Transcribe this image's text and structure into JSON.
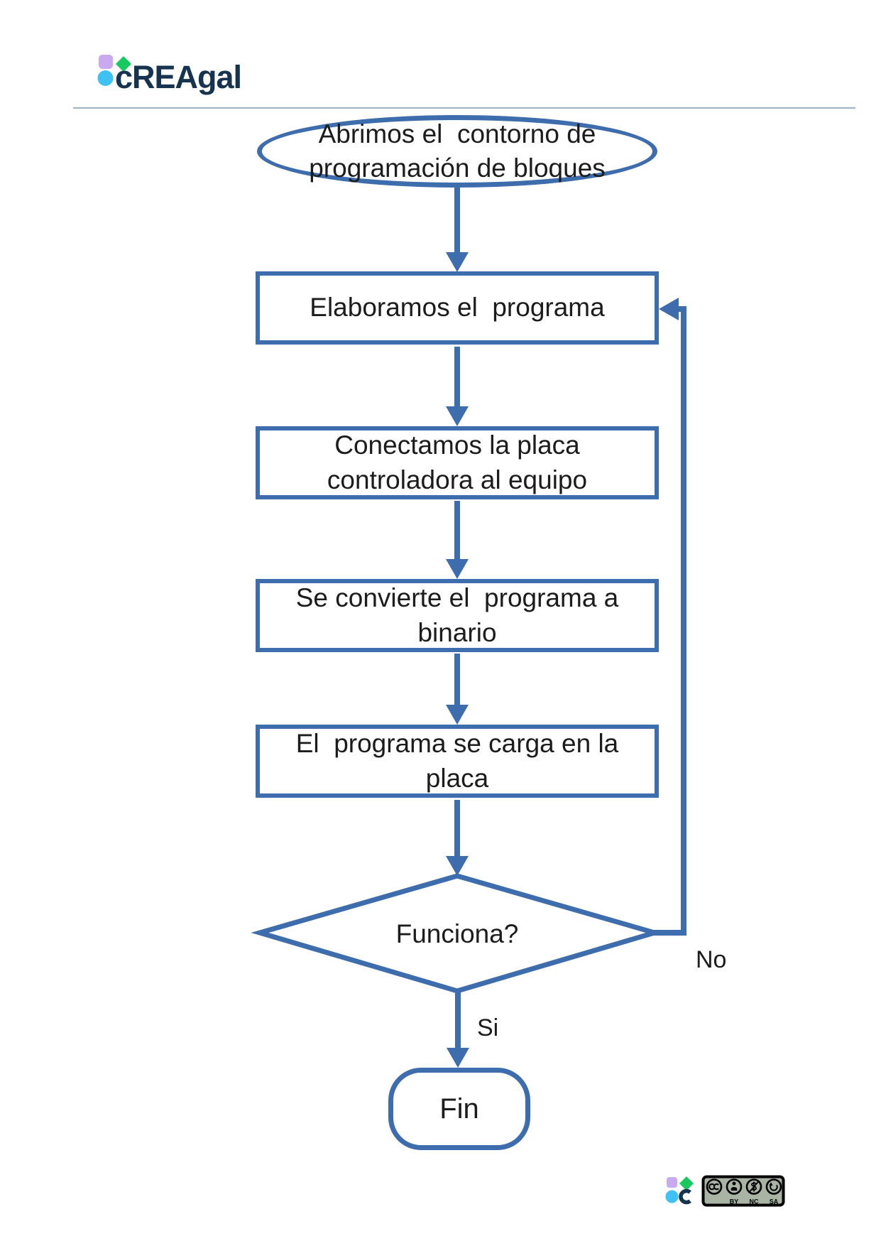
{
  "header": {
    "logo_text": "cREAgal"
  },
  "flowchart": {
    "stroke_color": "#3e6dad",
    "text_color": "#1c1c1c",
    "nodes": {
      "start": "Abrimos el  contorno de programación de bloques",
      "step_elaborate": "Elaboramos el  programa",
      "step_connect": "Conectamos la placa controladora al equipo",
      "step_convert": "Se convierte el  programa a binario",
      "step_load": "El  programa se carga en la placa",
      "decision": "Funciona?",
      "end": "Fin"
    },
    "edges": {
      "no_label": "No",
      "yes_label": "Si"
    }
  },
  "brand_colors": {
    "navy": "#16334f",
    "purple": "#c9a9ef",
    "green": "#17c95e",
    "cyan": "#3fc2f3"
  },
  "footer": {
    "license": {
      "name": "CC BY-NC-SA",
      "labels": [
        "BY",
        "NC",
        "SA"
      ]
    }
  }
}
